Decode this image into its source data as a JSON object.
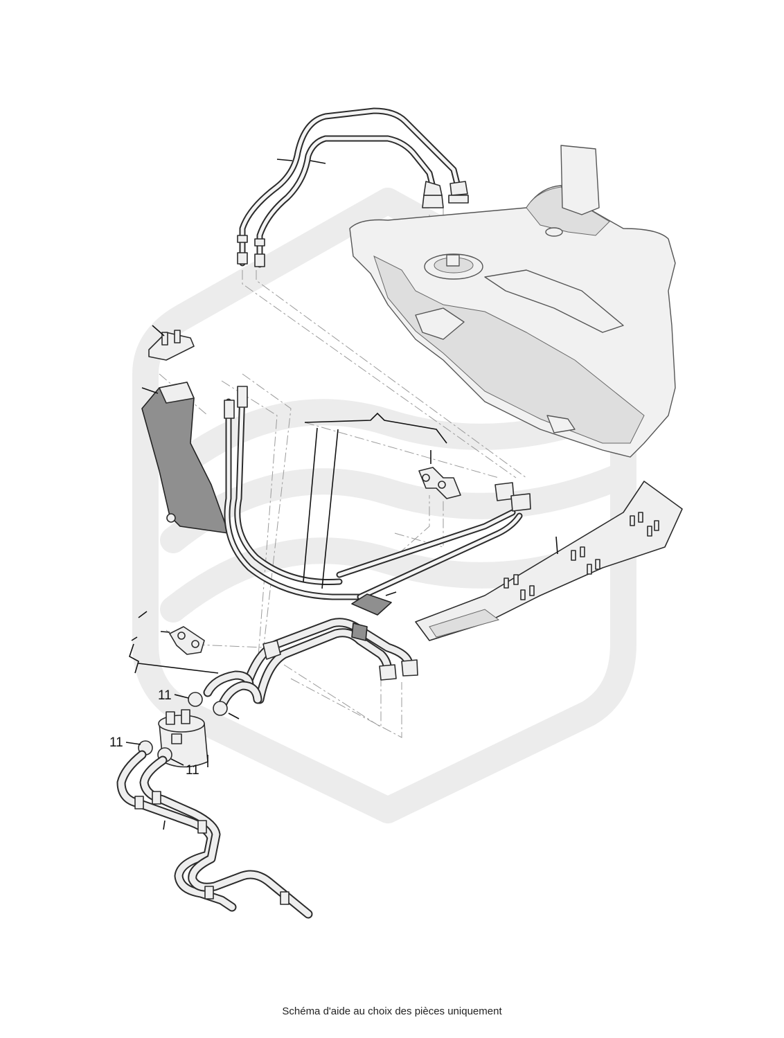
{
  "caption": "Schéma d'aide au choix des pièces uniquement",
  "callouts": [
    {
      "id": "clamp-upper-left",
      "text": "11"
    },
    {
      "id": "clamp-lower-left",
      "text": "11"
    },
    {
      "id": "clamp-lower-right",
      "text": "11"
    }
  ]
}
